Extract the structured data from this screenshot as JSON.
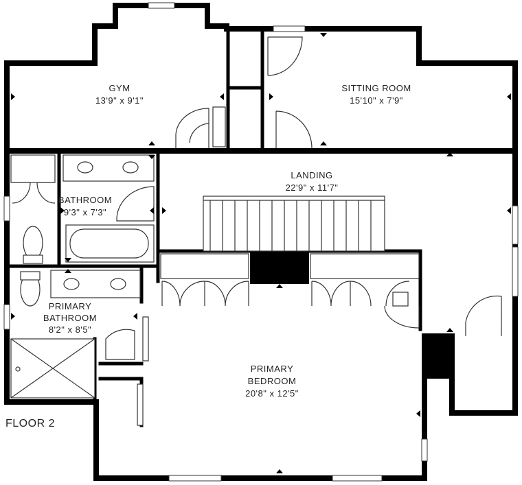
{
  "floor_label": "FLOOR 2",
  "rooms": [
    {
      "id": "gym",
      "name": "GYM",
      "dims": "13'9\" x 9'1\""
    },
    {
      "id": "sitting",
      "name": "SITTING ROOM",
      "dims": "15'10\" x 7'9\""
    },
    {
      "id": "landing",
      "name": "LANDING",
      "dims": "22'9\" x 11'7\""
    },
    {
      "id": "bathroom",
      "name": "BATHROOM",
      "dims": "9'3\" x 7'3\""
    },
    {
      "id": "primary_bath",
      "name_line1": "PRIMARY",
      "name_line2": "BATHROOM",
      "dims": "8'2\" x 8'5\""
    },
    {
      "id": "primary_bed",
      "name_line1": "PRIMARY",
      "name_line2": "BEDROOM",
      "dims": "20'8\" x 12'5\""
    }
  ]
}
